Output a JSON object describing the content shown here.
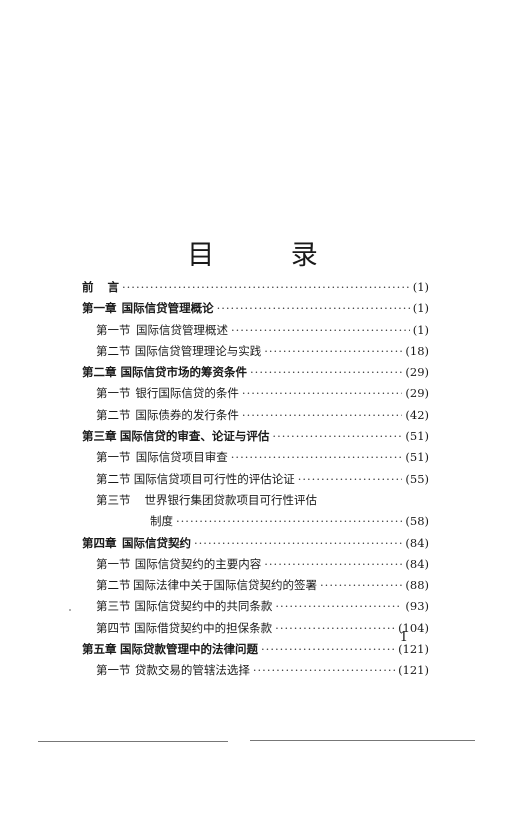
{
  "title": "目 录",
  "entries": [
    {
      "level": "chapter",
      "label": "前",
      "label2": "言",
      "title": "",
      "page": "(1)"
    },
    {
      "level": "chapter",
      "label": "第一章",
      "title": "国际信贷管理概论",
      "page": "(1)"
    },
    {
      "level": "section",
      "label": "第一节",
      "title": "国际信贷管理概述",
      "page": "(1)"
    },
    {
      "level": "section",
      "label": "第二节",
      "title": "国际信贷管理理论与实践",
      "page": "(18)"
    },
    {
      "level": "chapter",
      "label": "第二章",
      "title": "国际信贷市场的筹资条件",
      "page": "(29)"
    },
    {
      "level": "section",
      "label": "第一节",
      "title": "银行国际信贷的条件",
      "page": "(29)"
    },
    {
      "level": "section",
      "label": "第二节",
      "title": "国际债券的发行条件",
      "page": "(42)"
    },
    {
      "level": "chapter",
      "label": "第三章",
      "title": "国际信贷的审查、论证与评估",
      "page": "(51)"
    },
    {
      "level": "section",
      "label": "第一节",
      "title": "国际信贷项目审查",
      "page": "(51)"
    },
    {
      "level": "section",
      "label": "第二节",
      "title": "国际信贷项目可行性的评估论证",
      "page": "(55)"
    },
    {
      "level": "section",
      "label": "第三节",
      "title": "世界银行集团贷款项目可行性评估",
      "page": ""
    },
    {
      "level": "cont",
      "label": "",
      "title": "制度",
      "page": "(58)"
    },
    {
      "level": "chapter",
      "label": "第四章",
      "title": "国际信贷契约",
      "page": "(84)"
    },
    {
      "level": "section",
      "label": "第一节",
      "title": "国际信贷契约的主要内容",
      "page": "(84)"
    },
    {
      "level": "section",
      "label": "第二节",
      "title": "国际法律中关于国际信贷契约的签署",
      "page": "(88)"
    },
    {
      "level": "section",
      "label": "第三节",
      "title": "国际信贷契约中的共同条款",
      "page": "(93)"
    },
    {
      "level": "section",
      "label": "第四节",
      "title": "国际借贷契约中的担保条款",
      "page": "(104)"
    },
    {
      "level": "chapter",
      "label": "第五章",
      "title": "国际贷款管理中的法律问题",
      "page": "(121)"
    },
    {
      "level": "section",
      "label": "第一节",
      "title": "贷款交易的管辖法选择",
      "page": "(121)"
    }
  ],
  "folio": "1"
}
